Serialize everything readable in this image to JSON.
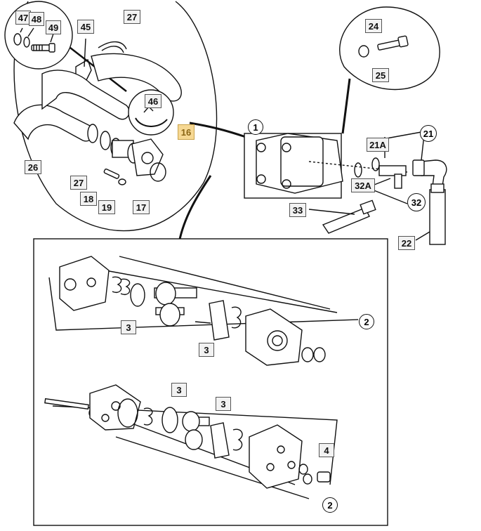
{
  "callouts": {
    "c47": "47",
    "c48": "48",
    "c49": "49",
    "c45": "45",
    "c27a": "27",
    "c46": "46",
    "c16": "16",
    "c26": "26",
    "c27b": "27",
    "c18": "18",
    "c19": "19",
    "c17": "17",
    "c1": "1",
    "c24": "24",
    "c25": "25",
    "c21A": "21A",
    "c21": "21",
    "c32A": "32A",
    "c32": "32",
    "c33": "33",
    "c22": "22",
    "c2a": "2",
    "c3a": "3",
    "c3b": "3",
    "c3c": "3",
    "c3d": "3",
    "c4": "4",
    "c2b": "2"
  },
  "colors": {
    "line": "#111111",
    "label_bg": "#f2f2f2",
    "highlight": "#f6d893"
  }
}
